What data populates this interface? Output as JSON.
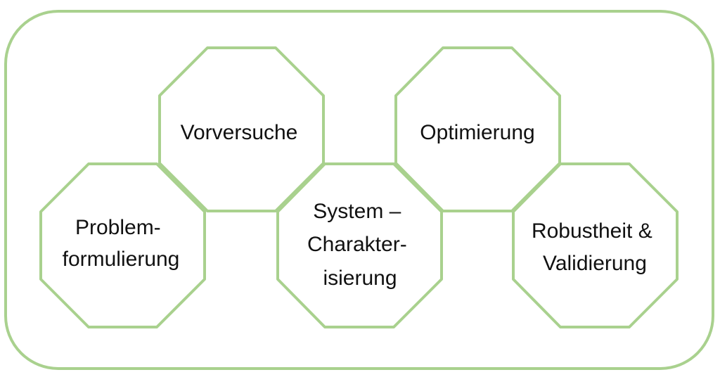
{
  "diagram": {
    "colors": {
      "outline": "#a9d18e",
      "text": "#111111",
      "background": "#ffffff"
    },
    "nodes": [
      {
        "id": "problemformulierung",
        "lines": [
          "Problem-",
          "formulierung"
        ]
      },
      {
        "id": "vorversuche",
        "lines": [
          "Vorversuche"
        ]
      },
      {
        "id": "system-charakterisierung",
        "lines": [
          "System –",
          "Charakter-",
          "isierung"
        ]
      },
      {
        "id": "optimierung",
        "lines": [
          "Optimierung"
        ]
      },
      {
        "id": "robustheit-validierung",
        "lines": [
          "Robustheit &",
          "Validierung"
        ]
      }
    ]
  }
}
